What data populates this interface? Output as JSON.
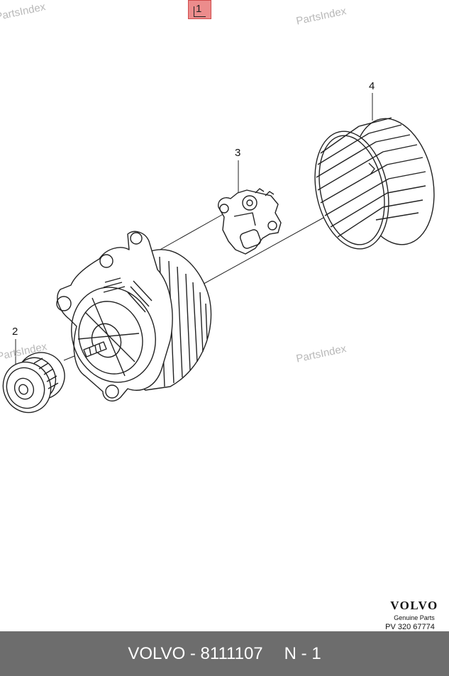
{
  "callout": {
    "label": "1"
  },
  "parts": [
    {
      "label": "2"
    },
    {
      "label": "3"
    },
    {
      "label": "4"
    }
  ],
  "watermarks": [
    "PartsIndex",
    "PartsIndex",
    "PartsIndex",
    "PartsIndex"
  ],
  "brand": {
    "logo": "VOLVO",
    "subtitle": "Genuine Parts",
    "code": "PV 320 67774"
  },
  "footer": {
    "part_number": "VOLVO - 8111107",
    "sheet": "N - 1"
  },
  "colors": {
    "callout_fill": "#ec8c8c",
    "footer_bg": "#6d6d6d",
    "line": "#222222"
  }
}
